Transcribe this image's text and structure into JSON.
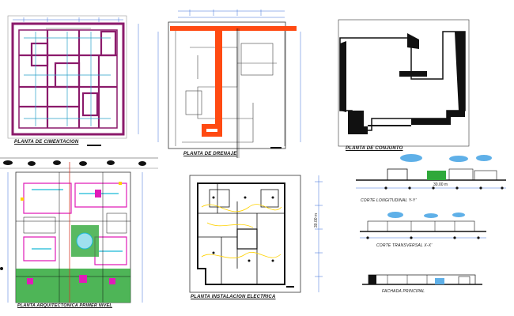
{
  "sheet": {
    "titles": {
      "cimentacion": "PLANTA DE CIMENTACION",
      "drenaje": "PLANTA DE DRENAJE",
      "conjunto": "PLANTA DE CONJUNTO",
      "arquitectonica": "PLANTA ARQUITECTONICA PRIMER NIVEL",
      "electrica": "PLANTA INSTALACION ELECTRICA",
      "corte_longitudinal": "CORTE LONGITUDINAL Y-Y'",
      "corte_transversal": "CORTE TRANSVERSAL X-X'",
      "fachada": "FACHADA PRINCIPAL"
    },
    "dimensions": {
      "corte_long_span": "30.00 m",
      "electrica_side": "30.00 m"
    },
    "colors": {
      "foundation": "#8b1a6b",
      "drain": "#ff4a12",
      "massing": "#111111",
      "dims": "#3a6fd8",
      "green": "#2fa83a",
      "cyan": "#19b9d8",
      "magenta": "#e01cb8"
    }
  }
}
